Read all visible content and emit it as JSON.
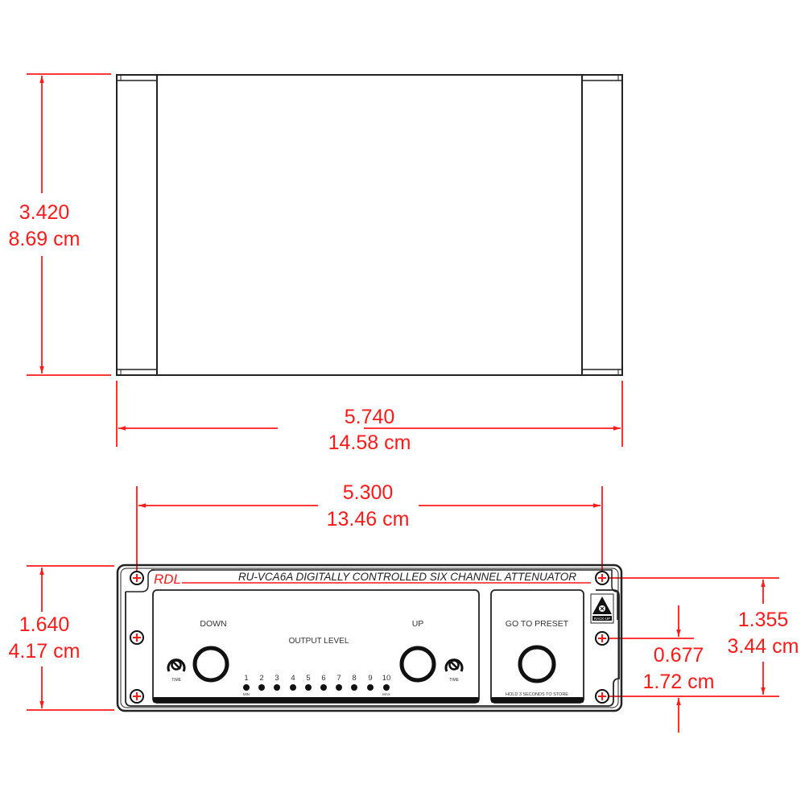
{
  "colors": {
    "dimension": "#ff1a1a",
    "outline": "#222222",
    "background": "#ffffff"
  },
  "top_view": {
    "height_dimension": {
      "inches": "3.420",
      "cm": "8.69 cm"
    },
    "width_dimension": {
      "inches": "5.740",
      "cm": "14.58 cm"
    }
  },
  "front_view": {
    "mount_width_dimension": {
      "inches": "5.300",
      "cm": "13.46 cm"
    },
    "height_dimension": {
      "inches": "1.640",
      "cm": "4.17 cm"
    },
    "mount_spacing_dimension": {
      "inches": "1.355",
      "cm": "3.44 cm"
    },
    "mount_center_dimension": {
      "inches": "0.677",
      "cm": "1.72 cm"
    },
    "panel": {
      "brand": "RDL",
      "title": "RU-VCA6A  DIGITALLY CONTROLLED SIX CHANNEL ATTENUATOR",
      "down_label": "DOWN",
      "up_label": "UP",
      "output_level_label": "OUTPUT LEVEL",
      "time_label_left": "TIME",
      "time_label_right": "TIME",
      "level_numbers": [
        "1",
        "2",
        "3",
        "4",
        "5",
        "6",
        "7",
        "8",
        "9",
        "10"
      ],
      "min_label": "MIN",
      "max_label": "MAX",
      "preset_label": "GO TO PRESET",
      "preset_hint": "HOLD 3 SECONDS TO STORE",
      "rack_badge": "RACK-UP"
    }
  }
}
